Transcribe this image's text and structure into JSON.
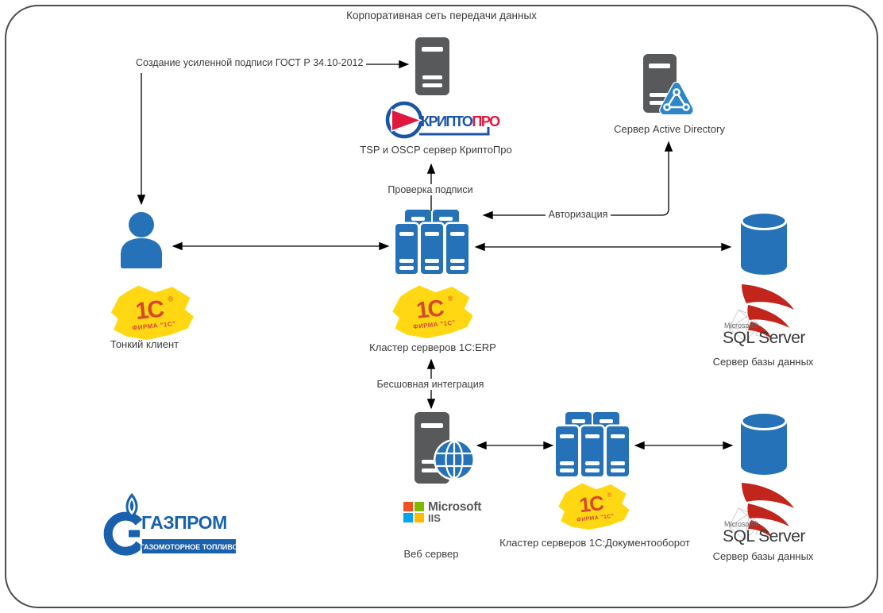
{
  "title": "Корпоративная сеть передачи данных",
  "edges": {
    "signature_creation": "Создание усиленной подписи ГОСТ Р 34.10-2012",
    "signature_check": "Проверка подписи",
    "authorization": "Авторизация",
    "seamless_integration": "Бесшовная интеграция"
  },
  "nodes": {
    "crypto_server": "TSP и OSCP сервер КриптоПро",
    "ad_server": "Сервер Active Directory",
    "thin_client": "Тонкий клиент",
    "erp_cluster": "Кластер серверов 1С:ERP",
    "db_top": "Сервер базы данных",
    "web_server": "Веб сервер",
    "doc_cluster": "Кластер серверов 1С:Документооборот",
    "db_bottom": "Сервер базы данных"
  },
  "logos": {
    "cryptopro": {
      "blue": "КРИПТО",
      "red": "ПРО"
    },
    "one_c": {
      "mark": "1С",
      "reg": "®",
      "firm": "ФИРМА \"1С\""
    },
    "sql": {
      "brand": "Microsoft®",
      "product": "SQL Server"
    },
    "iis": {
      "brand": "Microsoft",
      "product": "IIS"
    },
    "gazprom": {
      "name": "ГАЗПРОМ",
      "sub": "ГАЗОМОТОРНОЕ ТОПЛИВО"
    }
  },
  "colors": {
    "node_blue": "#2572b9",
    "server_gray": "#58595b",
    "ad_badge_blue": "#2e86c9",
    "one_c_yellow": "#ffd813",
    "one_c_red": "#d6492c",
    "cryptopro_blue": "#1a54a5",
    "cryptopro_red": "#e0173f",
    "sql_red": "#c1251b",
    "gazprom_blue": "#1961ac"
  }
}
